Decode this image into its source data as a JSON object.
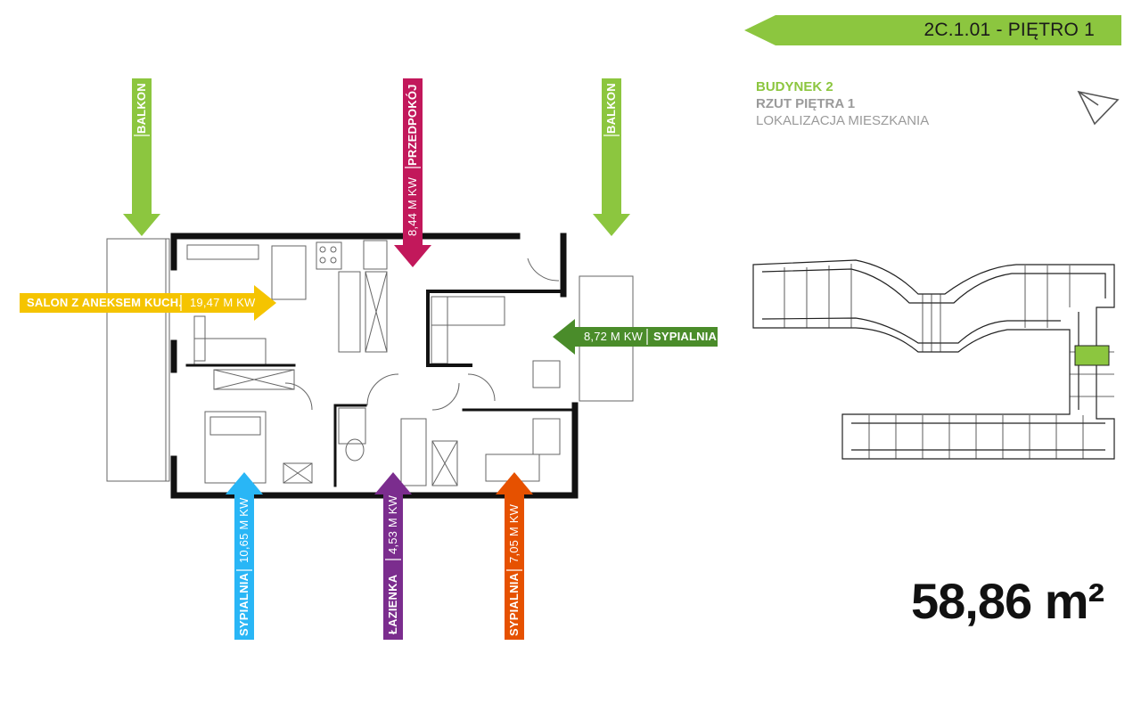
{
  "banner": {
    "text": "2C.1.01 - PIĘTRO 1",
    "color": "#8cc63f"
  },
  "info": {
    "line1": "BUDYNEK 2",
    "line2": "RZUT PIĘTRA 1",
    "line3": "LOKALIZACJA MIESZKANIA"
  },
  "total_area": "58,86 m²",
  "rooms": {
    "balcony_left": {
      "name": "BALKON",
      "color": "#8cc63f"
    },
    "balcony_right": {
      "name": "BALKON",
      "color": "#8cc63f"
    },
    "hall": {
      "name": "PRZEDPOKÓJ",
      "area": "8,44 M KW",
      "color": "#c2185b"
    },
    "living": {
      "name": "SALON Z ANEKSEM KUCH.",
      "area": "19,47 M KW",
      "color": "#f5c400"
    },
    "bedroom_right": {
      "name": "SYPIALNIA",
      "area": "8,72 M KW",
      "color": "#4a8c2a"
    },
    "bedroom_left": {
      "name": "SYPIALNIA",
      "area": "10,65 M KW",
      "color": "#29b6f6"
    },
    "bathroom": {
      "name": "ŁAZIENKA",
      "area": "4,53 M KW",
      "color": "#7b2d8e"
    },
    "bedroom_small": {
      "name": "SYPIALNIA",
      "area": "7,05 M KW",
      "color": "#e65100"
    }
  },
  "icons": {
    "compass": "north-arrow-icon"
  }
}
